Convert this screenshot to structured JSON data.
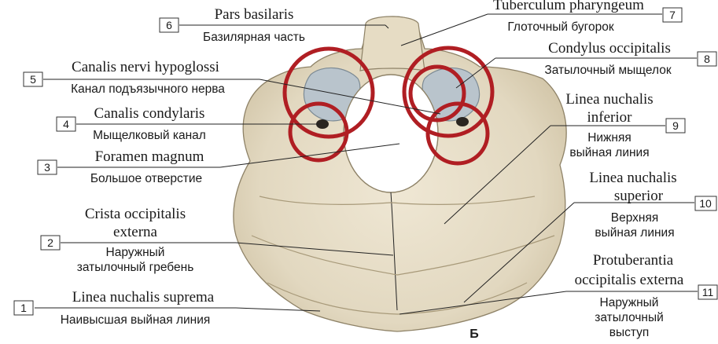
{
  "figure_letter": "Б",
  "colors": {
    "bone": "#e6ddc8",
    "bone_shadow": "#c9bd9f",
    "foramen": "#ffffff",
    "cartilage": "#b9c4cc",
    "highlight_ring": "#b01e23"
  },
  "labels": [
    {
      "num": "1",
      "latin": "Linea nuchalis suprema",
      "russian": "Наивысшая выйная линия"
    },
    {
      "num": "2",
      "latin_lines": [
        "Crista occipitalis",
        "externa"
      ],
      "russian_lines": [
        "Наружный",
        "затылочный гребень"
      ]
    },
    {
      "num": "3",
      "latin": "Foramen magnum",
      "russian": "Большое отверстие"
    },
    {
      "num": "4",
      "latin": "Canalis condylaris",
      "russian": "Мыщелковый канал"
    },
    {
      "num": "5",
      "latin": "Canalis nervi hypoglossi",
      "russian": "Канал подъязычного нерва"
    },
    {
      "num": "6",
      "latin": "Pars basilaris",
      "russian": "Базилярная часть"
    },
    {
      "num": "7",
      "latin": "Tuberculum pharyngeum",
      "russian": "Глоточный бугорок"
    },
    {
      "num": "8",
      "latin": "Condylus occipitalis",
      "russian": "Затылочный мыщелок"
    },
    {
      "num": "9",
      "latin_lines": [
        "Linea nuchalis",
        "inferior"
      ],
      "russian_lines": [
        "Нижняя",
        "выйная линия"
      ]
    },
    {
      "num": "10",
      "latin_lines": [
        "Linea nuchalis",
        "superior"
      ],
      "russian_lines": [
        "Верхняя",
        "выйная линия"
      ]
    },
    {
      "num": "11",
      "latin_lines": [
        "Protuberantia",
        "occipitalis externa"
      ],
      "russian_lines": [
        "Наружный",
        "затылочный",
        "выступ"
      ]
    }
  ]
}
